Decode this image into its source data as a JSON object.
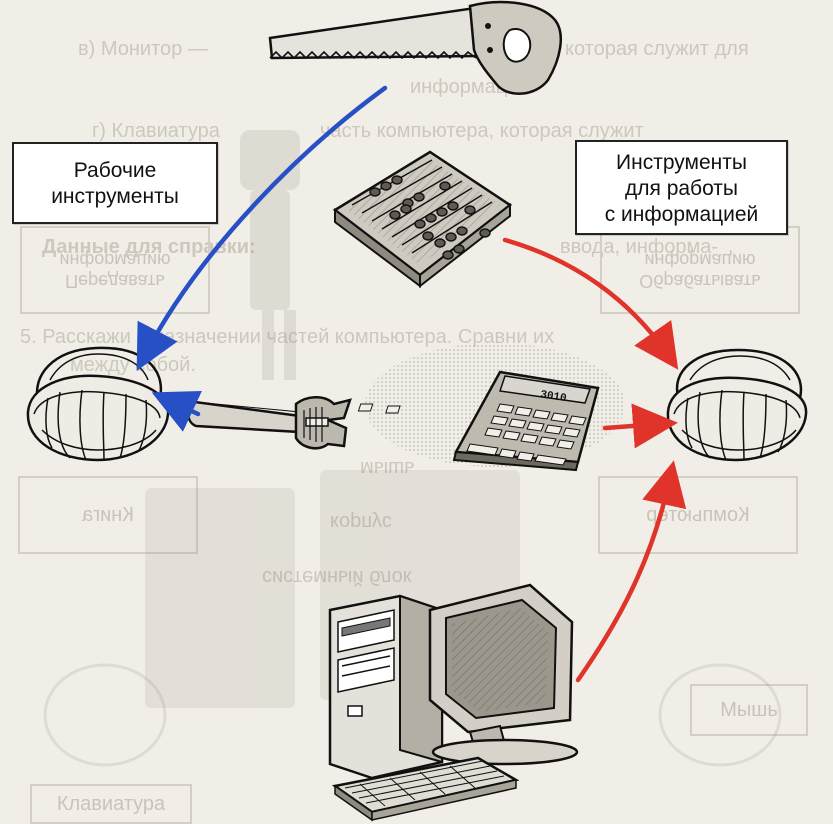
{
  "diagram": {
    "labels": {
      "work_tools": [
        "Рабочие",
        "инструменты"
      ],
      "info_tools": [
        "Инструменты",
        "для работы",
        "с информацией"
      ]
    },
    "calculator_display": "3010",
    "background_text": [
      "в)  Монитор —",
      "которая служит для",
      "информации.",
      "г)  Клавиатура",
      "часть компьютера, которая служит",
      "Данные для справки:",
      "ввода, информа-",
      "5.  Расскажи о назначении частей компьютера. Сравни их",
      "между собой.",
      "мышь",
      "системный блок",
      "корпус",
      "клавиатура"
    ],
    "background_boxes": [
      "Книга",
      "Компьютер",
      "Мышь",
      "Клавиатура",
      "Передавать информацию",
      "Обрабатывать информацию"
    ],
    "colors": {
      "blue_arrow": "#2750c7",
      "red_arrow": "#e0332a",
      "ink": "#222222",
      "paper": "#f1eee7"
    },
    "icons": [
      "saw-icon",
      "abacus-icon",
      "wrench-icon",
      "calculator-icon",
      "computer-icon",
      "basket-icon"
    ]
  }
}
